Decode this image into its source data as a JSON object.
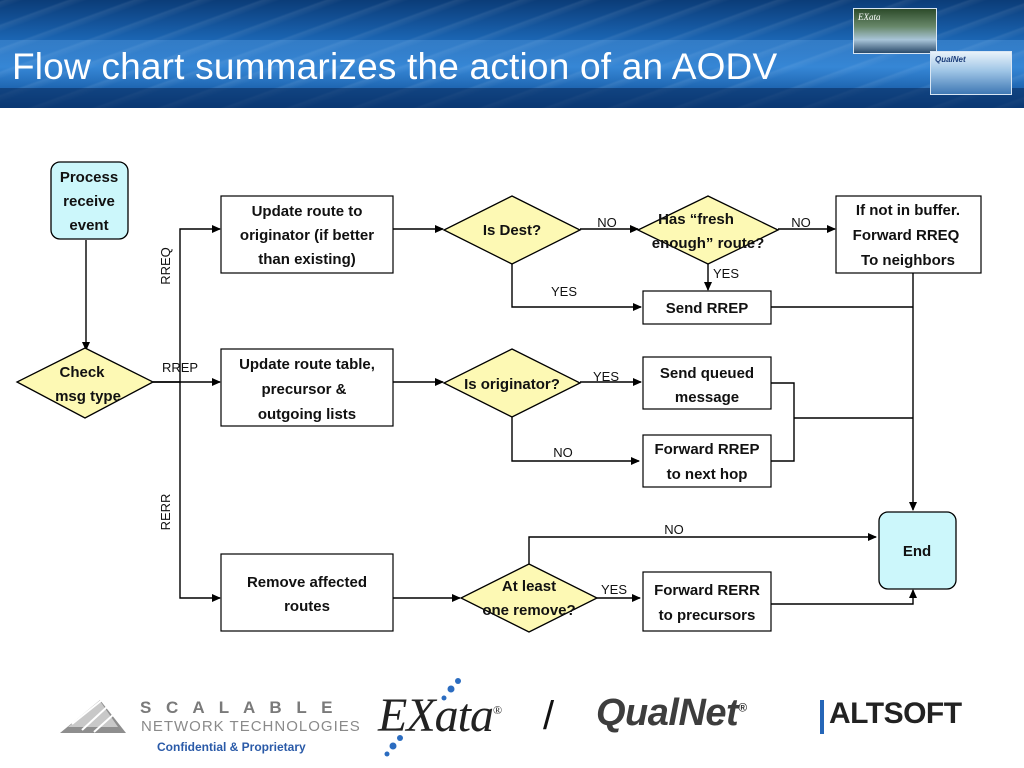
{
  "slide": {
    "title": "Flow chart summarizes the action of an AODV"
  },
  "header_images": {
    "thumb1_text": "EXata",
    "thumb2_text": "QualNet"
  },
  "flowchart": {
    "process_receive_event": [
      "Process",
      "receive",
      "event"
    ],
    "check_msg_type": [
      "Check",
      "msg type"
    ],
    "update_route_originator": [
      "Update route to",
      "originator (if better",
      "than existing)"
    ],
    "is_dest": "Is Dest?",
    "fresh_enough_route": [
      "Has “fresh",
      "enough” route?"
    ],
    "forward_rreq": [
      "If not in buffer.",
      "Forward RREQ",
      "To neighbors"
    ],
    "send_rrep": "Send RREP",
    "update_route_table": [
      "Update route table,",
      "precursor &",
      "outgoing lists"
    ],
    "is_originator": "Is originator?",
    "send_queued_message": [
      "Send queued",
      "message"
    ],
    "forward_rrep": [
      "Forward RREP",
      "to next hop"
    ],
    "remove_affected_routes": [
      "Remove affected",
      "routes"
    ],
    "at_least_one_remove": [
      "At least",
      "one remove?"
    ],
    "forward_rerr": [
      "Forward RERR",
      "to precursors"
    ],
    "end": "End",
    "labels": {
      "rreq": "RREQ",
      "rrep": "RREP",
      "rerr": "RERR",
      "no": "NO",
      "yes": "YES"
    }
  },
  "footer": {
    "scalable": "S C A L A B L E",
    "network_technologies": "NETWORK TECHNOLOGIES",
    "confidential": "Confidential & Proprietary",
    "exata": "EXata",
    "slash": "/",
    "qualnet": "QualNet",
    "registered": "®",
    "altsoft": "ALTSOFT"
  },
  "colors": {
    "start_end_fill": "#ccf7fb",
    "decision_fill": "#fdf9b4",
    "header_blue": "#1a63b0"
  }
}
